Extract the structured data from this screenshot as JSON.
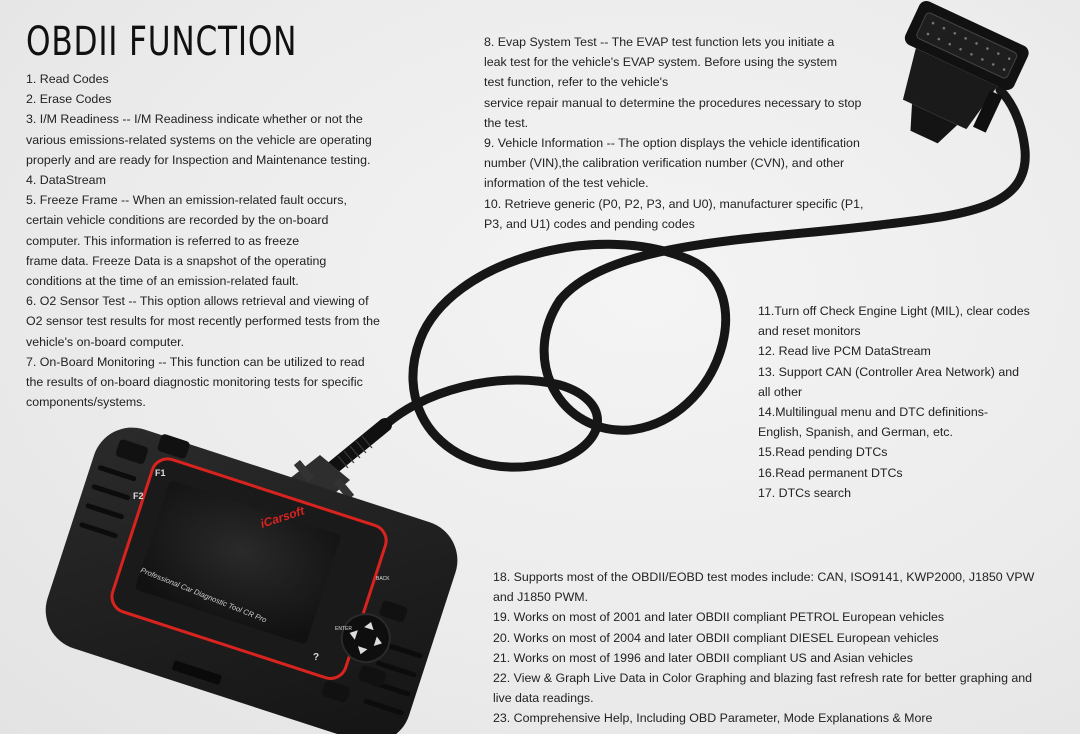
{
  "title": "OBDII FUNCTION",
  "block_a": {
    "lines": [
      "1. Read Codes",
      "2. Erase Codes",
      "3. I/M Readiness -- I/M Readiness indicate whether or not the",
      "various emissions-related systems on the vehicle are operating",
      "properly and are ready for Inspection and Maintenance testing.",
      "4. DataStream",
      "5. Freeze Frame -- When an emission-related fault occurs,",
      "certain vehicle conditions are recorded by the on-board",
      "computer. This information is referred to as freeze",
      "frame data. Freeze Data is a snapshot of the operating",
      "conditions at the time of an emission-related fault.",
      "6. O2 Sensor Test -- This option allows retrieval and viewing of",
      "O2 sensor test results for most recently performed tests from the",
      "vehicle's on-board computer.",
      "7. On-Board Monitoring -- This function can be utilized to read",
      "the results of on-board diagnostic monitoring tests for specific",
      "components/systems."
    ]
  },
  "block_b": {
    "lines": [
      "8. Evap System Test -- The EVAP test function lets you initiate a",
      "leak test for the vehicle's EVAP system. Before using the system",
      "test function, refer to the vehicle's",
      "service repair manual to determine the procedures necessary to stop",
      "the test.",
      "9. Vehicle Information -- The option displays the vehicle identification",
      "number (VIN),the calibration verification number (CVN), and other",
      "information of the test vehicle.",
      "10. Retrieve generic (P0, P2, P3, and U0), manufacturer specific (P1,",
      "P3, and U1) codes and pending codes"
    ]
  },
  "block_c": {
    "lines": [
      "11.Turn off Check Engine Light (MIL), clear codes",
      "and reset monitors",
      "12. Read live PCM DataStream",
      "13. Support CAN (Controller Area Network) and",
      "all other",
      "14.Multilingual menu and DTC definitions-",
      "English, Spanish, and German, etc.",
      "15.Read pending DTCs",
      "16.Read permanent DTCs",
      "17. DTCs search"
    ]
  },
  "block_d": {
    "lines": [
      "18. Supports most of the OBDII/EOBD test modes include: CAN, ISO9141, KWP2000, J1850 VPW",
      "and J1850 PWM.",
      "19. Works on most of 2001 and later OBDII compliant PETROL European vehicles",
      "20. Works on most of 2004 and later OBDII compliant DIESEL European vehicles",
      "21. Works on most of 1996 and later OBDII compliant US and Asian vehicles",
      "22. View & Graph Live Data in Color Graphing and blazing fast refresh rate for better graphing and",
      "live data readings.",
      "23. Comprehensive Help, Including OBD Parameter, Mode Explanations & More"
    ]
  },
  "device": {
    "brand": "iCarsoft",
    "model_text": "Professional Car Diagnostic Tool CR Pro",
    "keys": {
      "f1": "F1",
      "f2": "F2",
      "back": "BACK",
      "enter": "ENTER",
      "help": "?"
    },
    "accent_color": "#d8231f",
    "body_color": "#1c1c1c"
  }
}
